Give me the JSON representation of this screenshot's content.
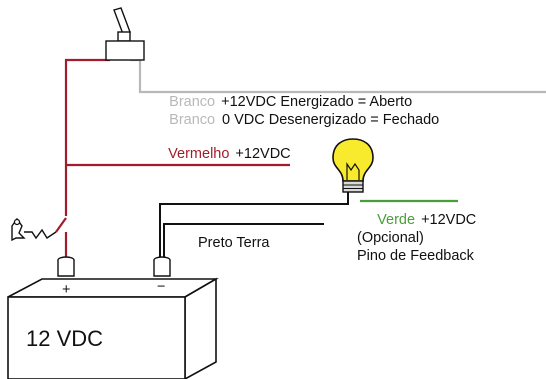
{
  "labels": {
    "branco_1": "Branco",
    "branco_1_text": "+12VDC Energizado = Aberto",
    "branco_2": "Branco",
    "branco_2_text": "0 VDC Desenergizado = Fechado",
    "vermelho": "Vermelho",
    "vermelho_text": "+12VDC",
    "preto_terra": "Preto Terra",
    "verde": "Verde",
    "verde_text": "+12VDC",
    "opcional": "(Opcional)",
    "pino_feedback": "Pino de Feedback",
    "battery": "12 VDC",
    "terminal_pos": "+",
    "terminal_neg": "−"
  },
  "colors": {
    "white_wire": "#b8b8b8",
    "red_wire": "#a11d2b",
    "black_wire": "#111111",
    "green_wire": "#4a9e3a",
    "bulb": "#f8ea2c",
    "text": "#111111"
  },
  "icons": {
    "toggle_switch": "toggle-switch-icon",
    "key_switch": "key-switch-icon",
    "light_bulb": "light-bulb-icon",
    "battery": "battery-icon"
  }
}
